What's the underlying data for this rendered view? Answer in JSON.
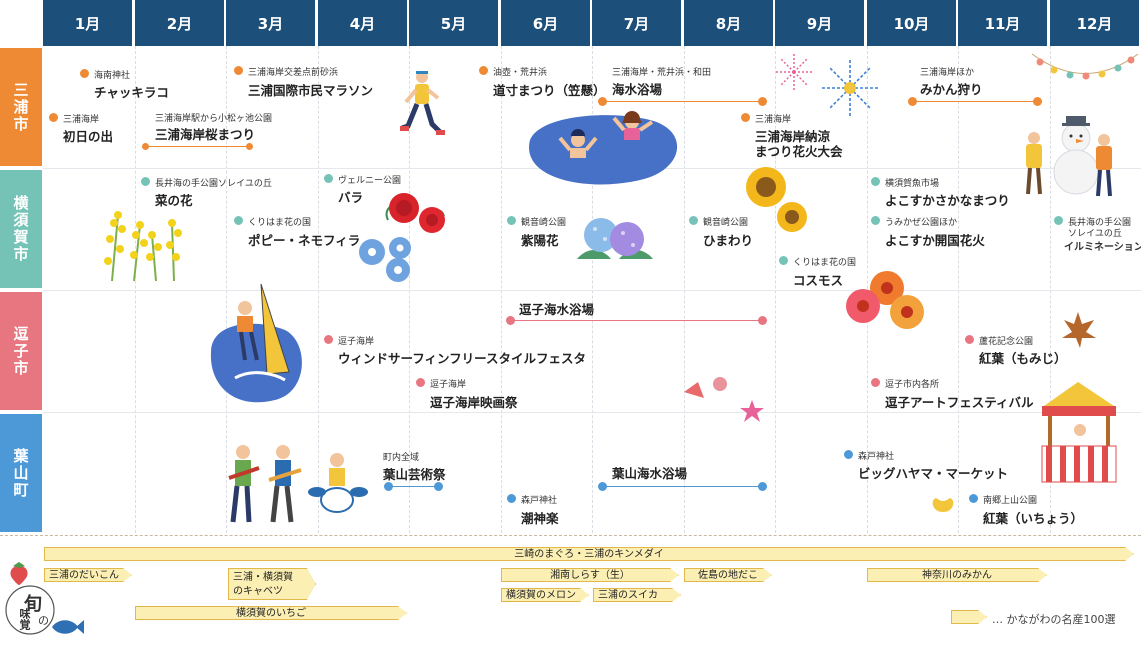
{
  "months": [
    "1月",
    "2月",
    "3月",
    "4月",
    "5月",
    "6月",
    "7月",
    "8月",
    "9月",
    "10月",
    "11月",
    "12月"
  ],
  "regions": [
    {
      "name": "三浦市",
      "color": "#ef8a34"
    },
    {
      "name": "横須賀市",
      "color": "#74c3b6"
    },
    {
      "name": "逗子市",
      "color": "#e87680"
    },
    {
      "name": "葉山町",
      "color": "#4d98d7"
    }
  ],
  "colors": {
    "header": "#1c4f7a",
    "miura": "#ef8a34",
    "yokosuka": "#74c3b6",
    "zushi": "#e87680",
    "hayama": "#4d98d7",
    "food_fill": "#fcefb4",
    "food_border": "#e2b84a"
  },
  "events": {
    "kaisaki": {
      "small": "海南神社",
      "big": "チャッキラコ"
    },
    "hatsuhinode": {
      "small": "三浦海岸",
      "big": "初日の出"
    },
    "sakura": {
      "small": "三浦海岸駅から小松ヶ池公園",
      "big": "三浦海岸桜まつり"
    },
    "marathon": {
      "small": "三浦海岸交差点前砂浜",
      "big": "三浦国際市民マラソン"
    },
    "doushun": {
      "small": "油壺・荒井浜",
      "big": "道寸まつり（笠懸）"
    },
    "kaisui": {
      "small": "三浦海岸・荒井浜・和田",
      "big": "海水浴場"
    },
    "hanabi": {
      "small": "三浦海岸",
      "big1": "三浦海岸納涼",
      "big2": "まつり花火大会"
    },
    "mikan": {
      "small": "三浦海岸ほか",
      "big": "みかん狩り"
    },
    "nanohana": {
      "small": "長井海の手公園ソレイユの丘",
      "big": "菜の花"
    },
    "bara": {
      "small": "ヴェルニー公園",
      "big": "バラ"
    },
    "poppy": {
      "small": "くりはま花の国",
      "big": "ポピー・ネモフィラ"
    },
    "ajisai": {
      "small": "観音崎公園",
      "big": "紫陽花"
    },
    "himawari": {
      "small": "観音崎公園",
      "big": "ひまわり"
    },
    "cosmos": {
      "small": "くりはま花の国",
      "big": "コスモス"
    },
    "sakana": {
      "small": "横須賀魚市場",
      "big": "よこすかさかなまつり"
    },
    "kaikoku": {
      "small": "うみかぜ公園ほか",
      "big": "よこすか開国花火"
    },
    "illumi": {
      "small1": "長井海の手公園",
      "small2": "ソレイユの丘",
      "big": "イルミネーション"
    },
    "zushikaisui": {
      "big": "逗子海水浴場"
    },
    "windsurf": {
      "small": "逗子海岸",
      "big": "ウィンドサーフィンフリースタイルフェスタ"
    },
    "eigasai": {
      "small": "逗子海岸",
      "big": "逗子海岸映画祭"
    },
    "momiji": {
      "small": "蘆花記念公園",
      "big": "紅葉（もみじ）"
    },
    "art": {
      "small": "逗子市内各所",
      "big": "逗子アートフェスティバル"
    },
    "geijutsu": {
      "small": "町内全域",
      "big": "葉山芸術祭"
    },
    "hayamakaisui": {
      "big": "葉山海水浴場"
    },
    "choushin": {
      "small": "森戸神社",
      "big": "潮神楽"
    },
    "market": {
      "small": "森戸神社",
      "big": "ビッグハヤマ・マーケット"
    },
    "icho": {
      "small": "南郷上山公園",
      "big": "紅葉（いちょう）"
    }
  },
  "foods": [
    {
      "id": "maguro",
      "label": "三崎のまぐろ・三浦のキンメダイ"
    },
    {
      "id": "daikon",
      "label": "三浦のだいこん"
    },
    {
      "id": "cabbage",
      "label1": "三浦・横須賀",
      "label2": "のキャベツ"
    },
    {
      "id": "ichigo",
      "label": "横須賀のいちご"
    },
    {
      "id": "shirasu",
      "label": "湘南しらす（生）"
    },
    {
      "id": "dango",
      "label": "佐島の地だこ"
    },
    {
      "id": "melon",
      "label": "横須賀のメロン"
    },
    {
      "id": "suika",
      "label": "三浦のスイカ"
    },
    {
      "id": "mikan",
      "label": "神奈川のみかん"
    }
  ],
  "shun": {
    "label1": "旬",
    "label2": "の",
    "label3": "味覚"
  },
  "legend": "… かながわの名産100選"
}
